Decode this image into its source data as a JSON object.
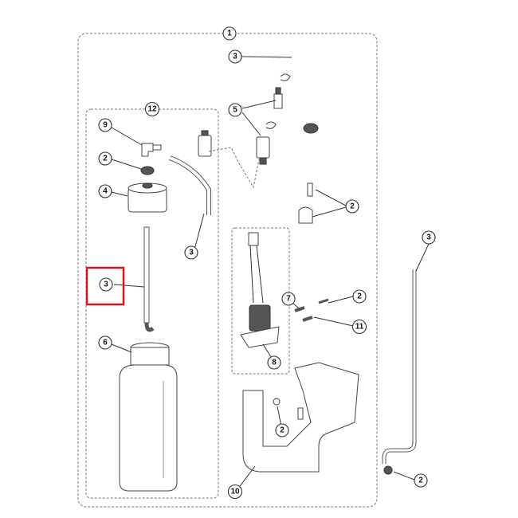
{
  "diagram": {
    "callouts": [
      {
        "id": "c1",
        "label": "1"
      },
      {
        "id": "c3a",
        "label": "3"
      },
      {
        "id": "c5",
        "label": "5"
      },
      {
        "id": "c12",
        "label": "12"
      },
      {
        "id": "c9",
        "label": "9"
      },
      {
        "id": "c2a",
        "label": "2"
      },
      {
        "id": "c4",
        "label": "4"
      },
      {
        "id": "c3b",
        "label": "3"
      },
      {
        "id": "c3c",
        "label": "3"
      },
      {
        "id": "c6",
        "label": "6"
      },
      {
        "id": "c2b",
        "label": "2"
      },
      {
        "id": "c7",
        "label": "7"
      },
      {
        "id": "c2c",
        "label": "2"
      },
      {
        "id": "c11",
        "label": "11"
      },
      {
        "id": "c8",
        "label": "8"
      },
      {
        "id": "c2d",
        "label": "2"
      },
      {
        "id": "c10",
        "label": "10"
      },
      {
        "id": "c3d",
        "label": "3"
      },
      {
        "id": "c2e",
        "label": "2"
      }
    ],
    "highlight_color": "#e0121b"
  }
}
